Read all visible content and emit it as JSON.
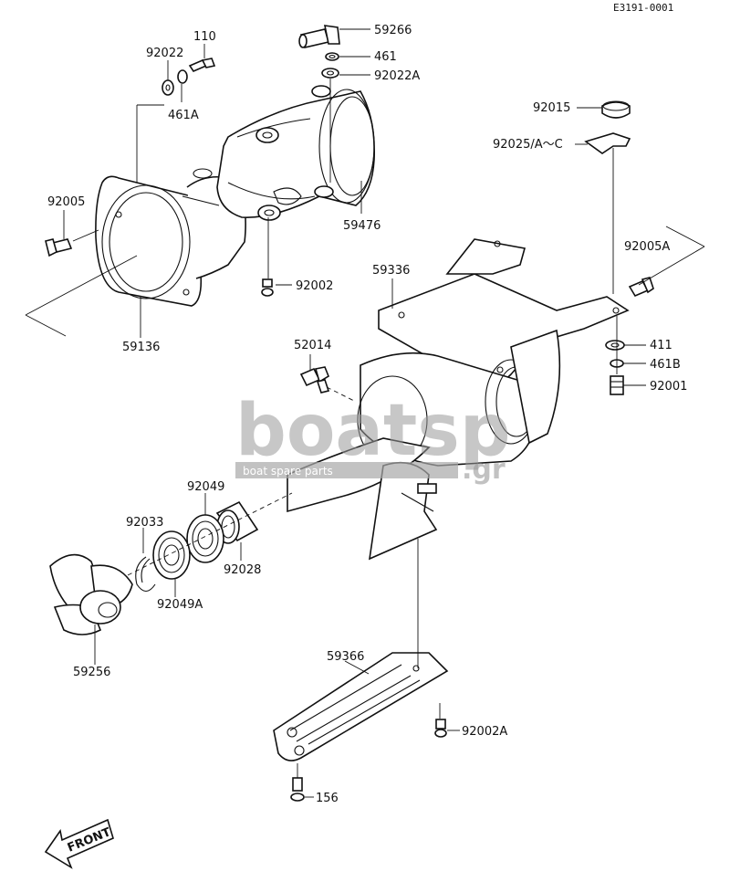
{
  "diagram": {
    "code": "E3191-0001",
    "front_label": "FRONT",
    "watermark": {
      "brand": "boatsp",
      "tagline": "boat spare parts",
      "suffix": ".gr"
    },
    "parts": [
      {
        "id": "p110",
        "label": "110"
      },
      {
        "id": "p92022",
        "label": "92022"
      },
      {
        "id": "p461A",
        "label": "461A"
      },
      {
        "id": "p59266",
        "label": "59266"
      },
      {
        "id": "p461",
        "label": "461"
      },
      {
        "id": "p92022A",
        "label": "92022A"
      },
      {
        "id": "p92015",
        "label": "92015"
      },
      {
        "id": "p92025",
        "label": "92025/A～C"
      },
      {
        "id": "p92005",
        "label": "92005"
      },
      {
        "id": "p59476",
        "label": "59476"
      },
      {
        "id": "p92005A",
        "label": "92005A"
      },
      {
        "id": "p59336",
        "label": "59336"
      },
      {
        "id": "p92002",
        "label": "92002"
      },
      {
        "id": "p59136",
        "label": "59136"
      },
      {
        "id": "p411",
        "label": "411"
      },
      {
        "id": "p52014",
        "label": "52014"
      },
      {
        "id": "p461B",
        "label": "461B"
      },
      {
        "id": "p92001",
        "label": "92001"
      },
      {
        "id": "p92049",
        "label": "92049"
      },
      {
        "id": "p92033",
        "label": "92033"
      },
      {
        "id": "p92028",
        "label": "92028"
      },
      {
        "id": "p92049A",
        "label": "92049A"
      },
      {
        "id": "p59256",
        "label": "59256"
      },
      {
        "id": "p59366",
        "label": "59366"
      },
      {
        "id": "p92002A",
        "label": "92002A"
      },
      {
        "id": "p156",
        "label": "156"
      }
    ]
  }
}
